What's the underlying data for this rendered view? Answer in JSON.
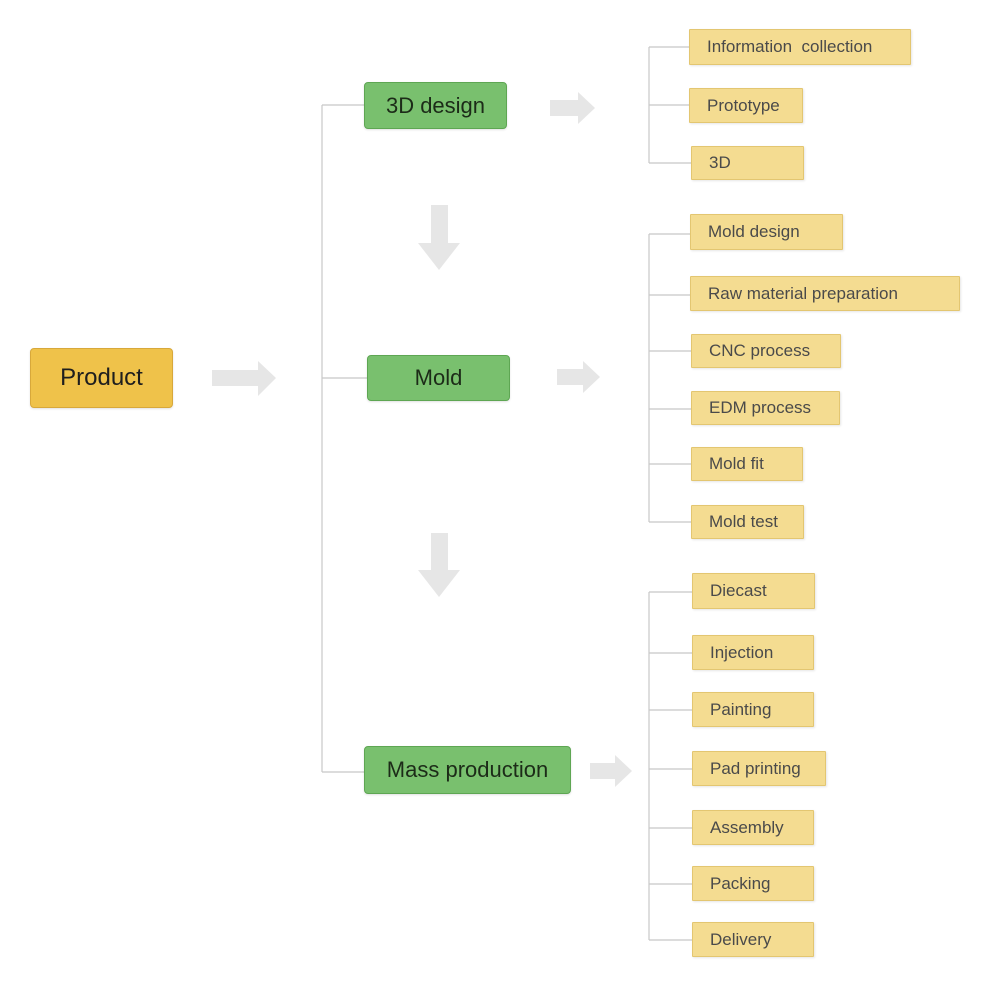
{
  "root": {
    "label": "Product"
  },
  "stages": [
    {
      "label": "3D design",
      "steps": [
        "Information  collection",
        "Prototype",
        "3D"
      ]
    },
    {
      "label": "Mold",
      "steps": [
        "Mold design",
        "Raw material preparation",
        "CNC process",
        "EDM process",
        "Mold fit",
        "Mold test"
      ]
    },
    {
      "label": "Mass production",
      "steps": [
        "Diecast",
        "Injection",
        "Painting",
        "Pad printing",
        "Assembly",
        "Packing",
        "Delivery"
      ]
    }
  ],
  "colors": {
    "root_fill": "#efc24a",
    "stage_fill": "#79c06e",
    "step_fill": "#f4dc91",
    "connector": "#c8c8c8",
    "arrow": "#e6e6e6"
  },
  "icons": {
    "flow_arrow": "arrow-icon"
  }
}
